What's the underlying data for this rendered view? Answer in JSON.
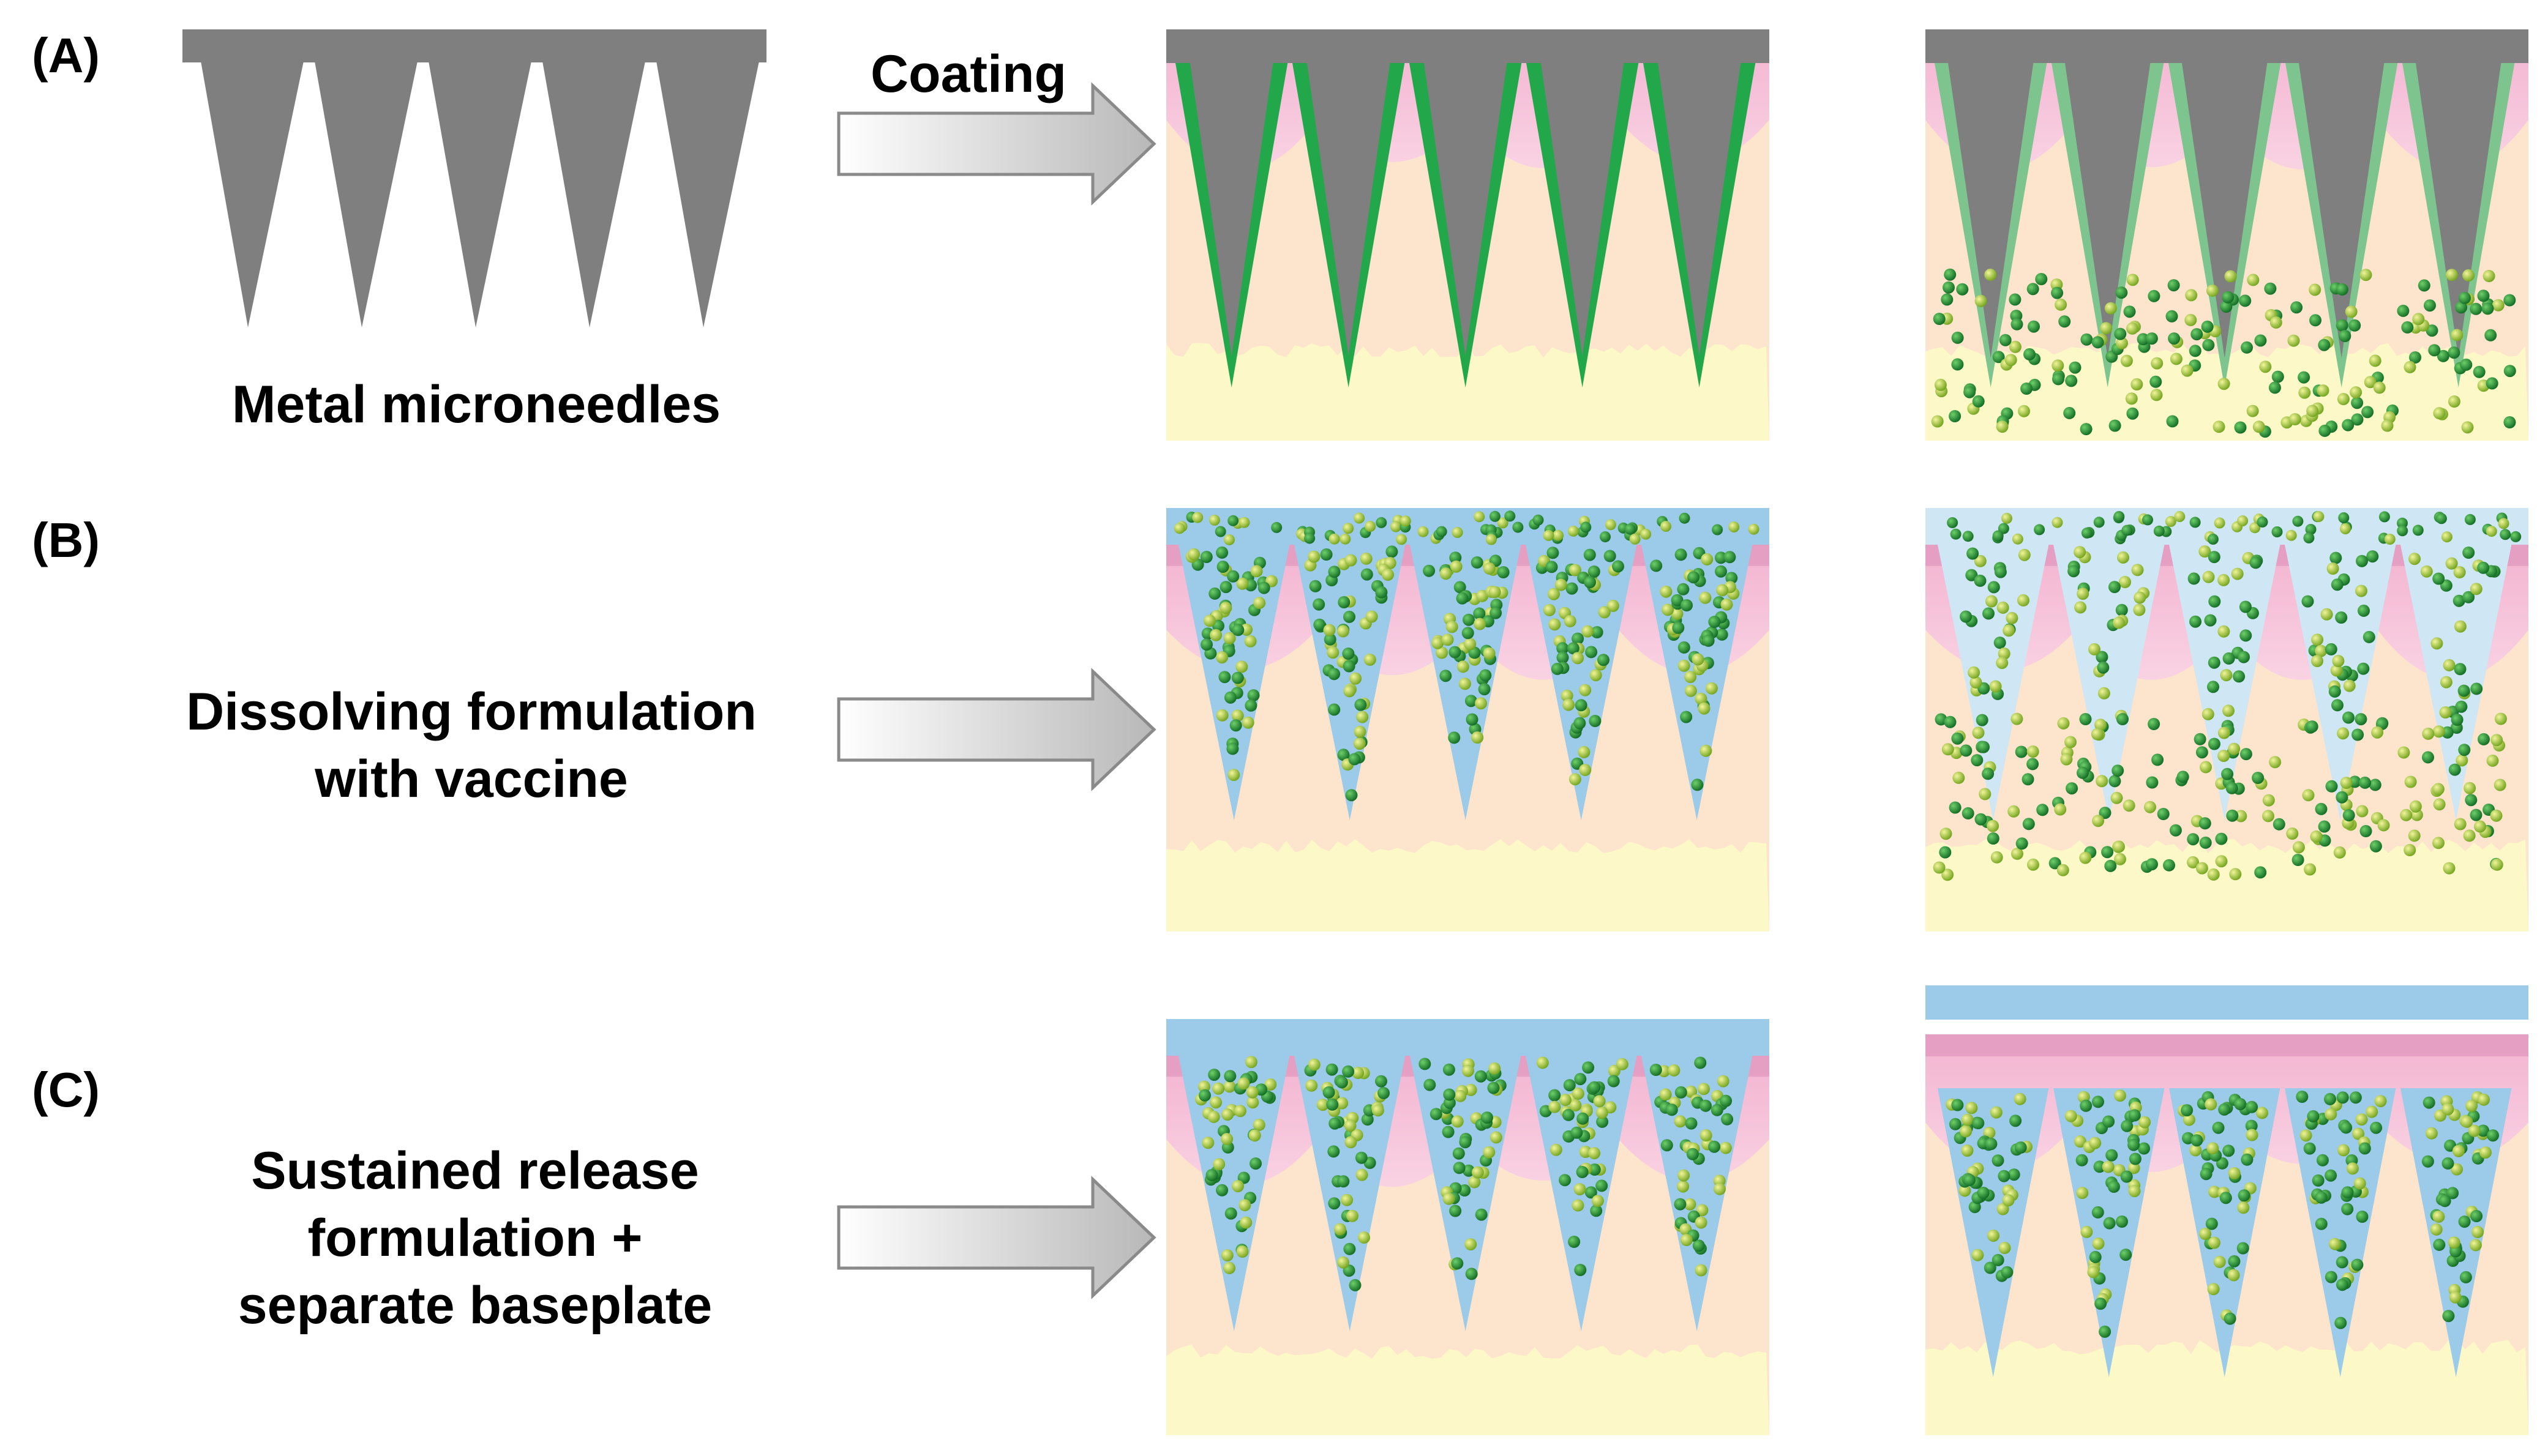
{
  "rows": [
    {
      "label": "(A)",
      "caption_lines": [
        "Metal microneedles"
      ],
      "arrow_label": "Coating"
    },
    {
      "label": "(B)",
      "caption_lines": [
        "Dissolving formulation",
        "with vaccine"
      ],
      "arrow_label": ""
    },
    {
      "label": "(C)",
      "caption_lines": [
        "Sustained release",
        "formulation +",
        "separate baseplate"
      ],
      "arrow_label": ""
    }
  ],
  "colors": {
    "metal": "#7f7f7f",
    "coating": "#22a84a",
    "coating_dissolved": "#7ec48f",
    "dissolving_matrix": "#9ccbea",
    "matrix_light": "#cfe6f4",
    "skin_epidermis": "#f6c3d9",
    "skin_surface": "#e29bc0",
    "skin_dermis": "#fde4cc",
    "skin_fat": "#fdf8c8",
    "vaccine_particle_dark": "#1f7a2c",
    "vaccine_particle_light": "#a8cc3a",
    "arrow_fill": "#d0d0d0"
  },
  "needle_count": 5
}
